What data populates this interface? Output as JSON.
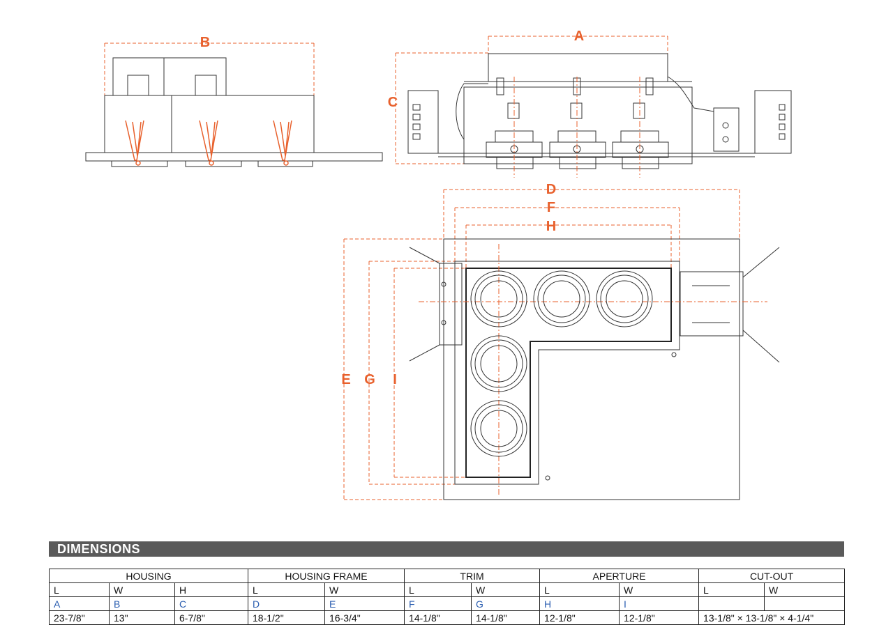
{
  "drawing": {
    "labels": {
      "a": "A",
      "b": "B",
      "c": "C",
      "d": "D",
      "e": "E",
      "f": "F",
      "g": "G",
      "h": "H",
      "i": "I"
    },
    "accent_color": "#e8602c",
    "line_color": "#333333"
  },
  "dimensions": {
    "title": "DIMENSIONS",
    "groups": [
      "HOUSING",
      "HOUSING FRAME",
      "TRIM",
      "APERTURE",
      "CUT-OUT"
    ],
    "axes": [
      "L",
      "W",
      "H",
      "L",
      "W",
      "L",
      "W",
      "L",
      "W",
      "L",
      "W"
    ],
    "refs": [
      "A",
      "B",
      "C",
      "D",
      "E",
      "F",
      "G",
      "H",
      "I"
    ],
    "values": [
      "23-7/8\"",
      "13\"",
      "6-7/8\"",
      "18-1/2\"",
      "16-3/4\"",
      "14-1/8\"",
      "14-1/8\"",
      "12-1/8\"",
      "12-1/8\""
    ],
    "cutout_value": "13-1/8\" × 13-1/8\" × 4-1/4\""
  }
}
